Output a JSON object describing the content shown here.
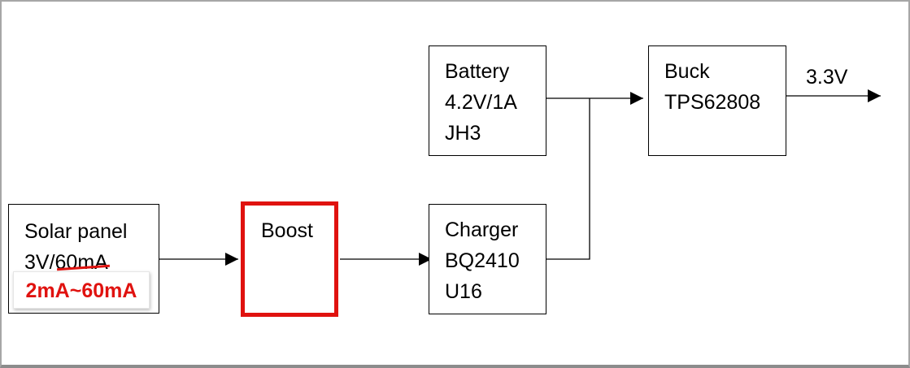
{
  "blocks": {
    "solar": {
      "line1": "Solar panel",
      "line2_prefix": "3V/",
      "line2_struck": "60mA"
    },
    "solar_annotation": "2mA~60mA",
    "boost": {
      "label": "Boost"
    },
    "charger": {
      "line1": "Charger",
      "line2": "BQ2410",
      "line3": "U16"
    },
    "battery": {
      "line1": "Battery",
      "line2": "4.2V/1A",
      "line3": "JH3"
    },
    "buck": {
      "line1": "Buck",
      "line2": "TPS62808"
    }
  },
  "output": {
    "label": "3.3V"
  },
  "colors": {
    "highlight": "#e0120f",
    "line": "#000000",
    "frame": "#a6a6a6"
  }
}
